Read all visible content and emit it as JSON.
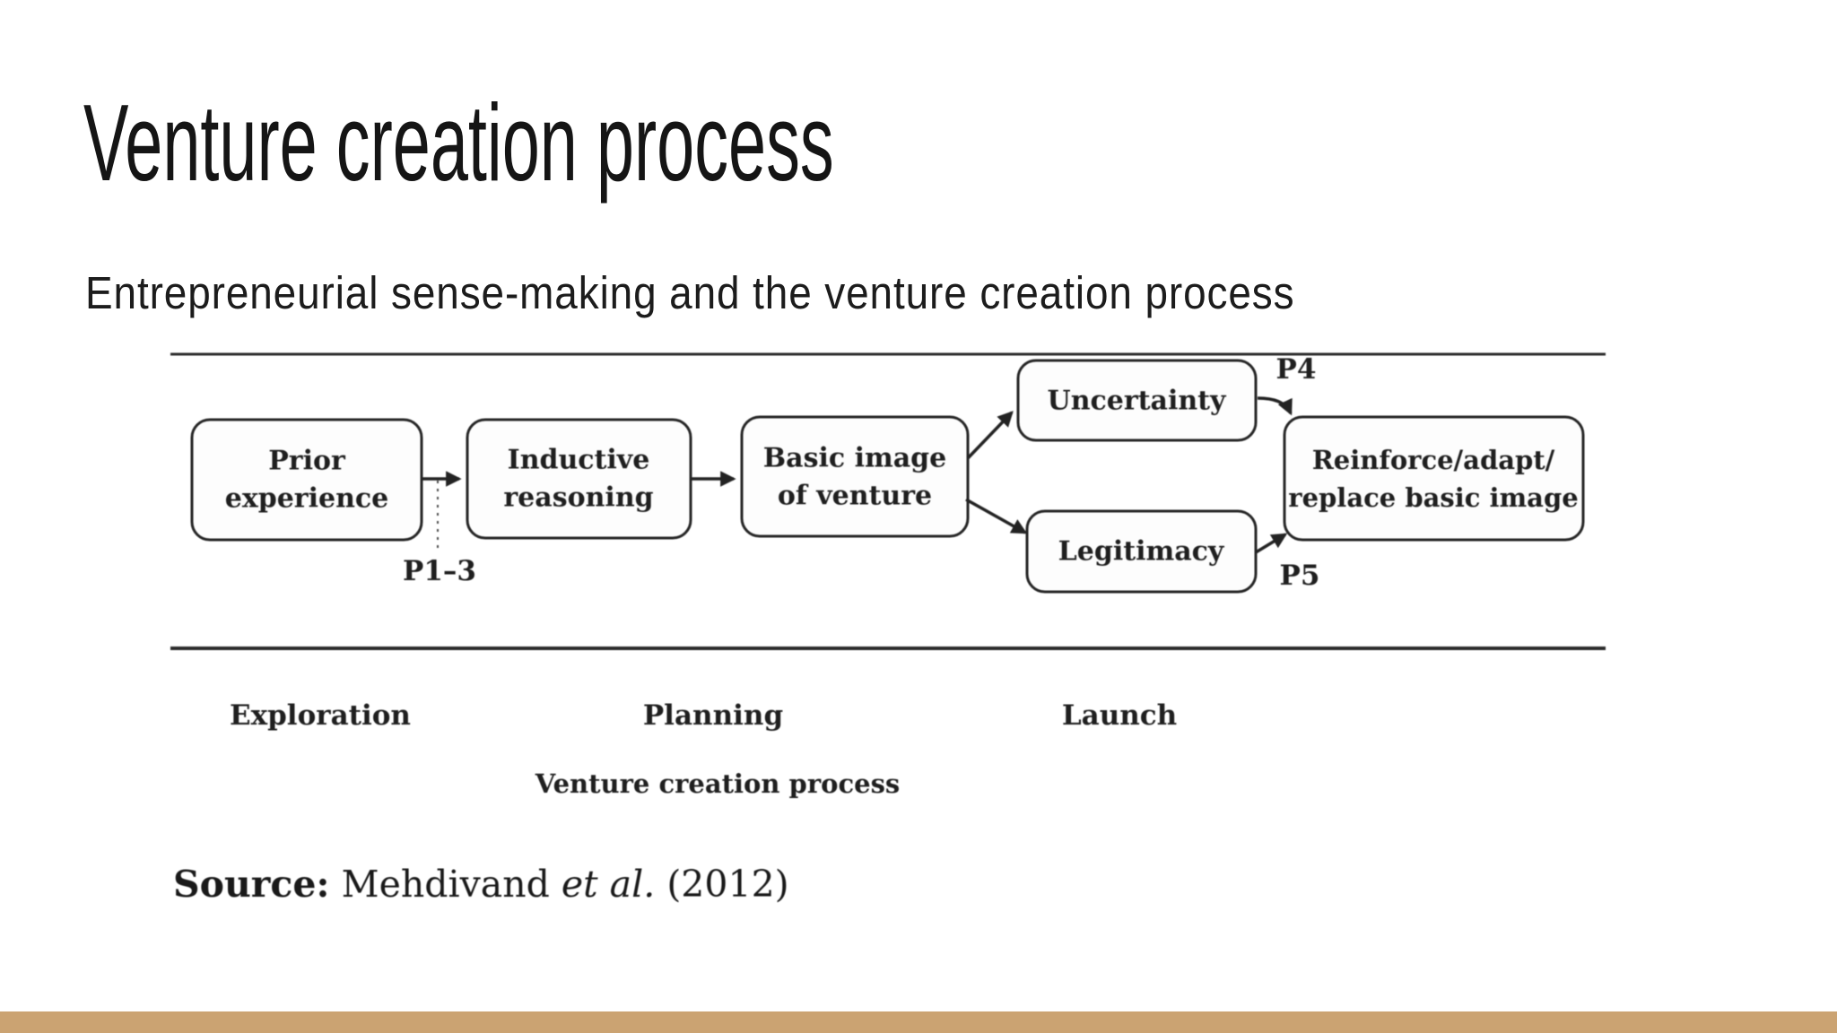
{
  "slide": {
    "title": "Venture creation process",
    "subtitle": "Entrepreneurial sense-making and the venture creation process",
    "background_color": "#FFFFFF",
    "accent_bar_color": "#CBA372"
  },
  "diagram": {
    "ink_color": "#222222",
    "boxes": {
      "prior": {
        "line1": "Prior",
        "line2": "experience"
      },
      "inductive": {
        "line1": "Inductive",
        "line2": "reasoning"
      },
      "basic": {
        "line1": "Basic image",
        "line2": "of venture"
      },
      "uncertainty": {
        "label": "Uncertainty"
      },
      "legitimacy": {
        "label": "Legitimacy"
      },
      "reinforce": {
        "line1": "Reinforce/adapt/",
        "line2": "replace basic image"
      }
    },
    "annotations": {
      "p1_3": "P1–3",
      "p4": "P4",
      "p5": "P5"
    },
    "stages": {
      "exploration": "Exploration",
      "planning": "Planning",
      "launch": "Launch"
    },
    "caption": "Venture creation process",
    "source": {
      "label": "Source:",
      "text_before_etal": " Mehdivand ",
      "etal": "et al.",
      "text_after_etal": " (2012)"
    }
  }
}
